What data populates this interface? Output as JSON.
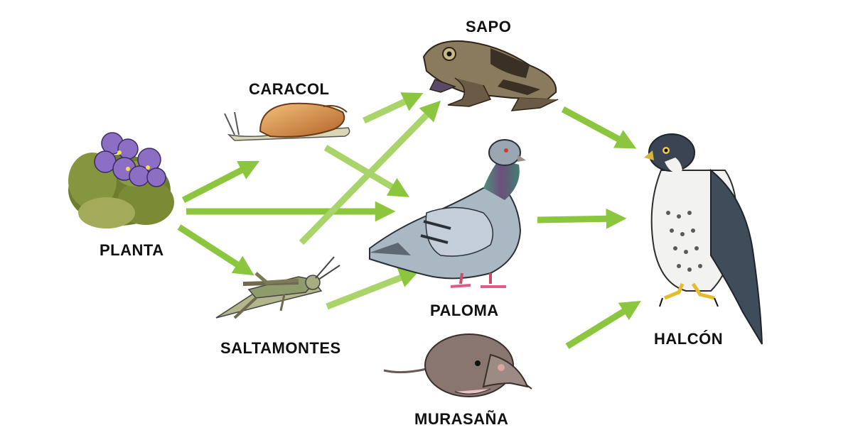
{
  "nodes": {
    "planta": {
      "label": "PLANTA"
    },
    "caracol": {
      "label": "CARACOL"
    },
    "saltamontes": {
      "label": "SALTAMONTES"
    },
    "sapo": {
      "label": "SAPO"
    },
    "paloma": {
      "label": "PALOMA"
    },
    "murasana": {
      "label": "MURASAÑA"
    },
    "halcon": {
      "label": "HALCÓN"
    }
  },
  "edges": [
    {
      "from": "planta",
      "to": "caracol"
    },
    {
      "from": "planta",
      "to": "paloma"
    },
    {
      "from": "planta",
      "to": "saltamontes"
    },
    {
      "from": "caracol",
      "to": "sapo"
    },
    {
      "from": "caracol",
      "to": "paloma"
    },
    {
      "from": "saltamontes",
      "to": "sapo"
    },
    {
      "from": "saltamontes",
      "to": "paloma"
    },
    {
      "from": "sapo",
      "to": "halcon"
    },
    {
      "from": "paloma",
      "to": "halcon"
    },
    {
      "from": "murasana",
      "to": "halcon"
    }
  ],
  "colors": {
    "arrow": "#8cc63f",
    "arrow_light": "#a9d46a"
  }
}
